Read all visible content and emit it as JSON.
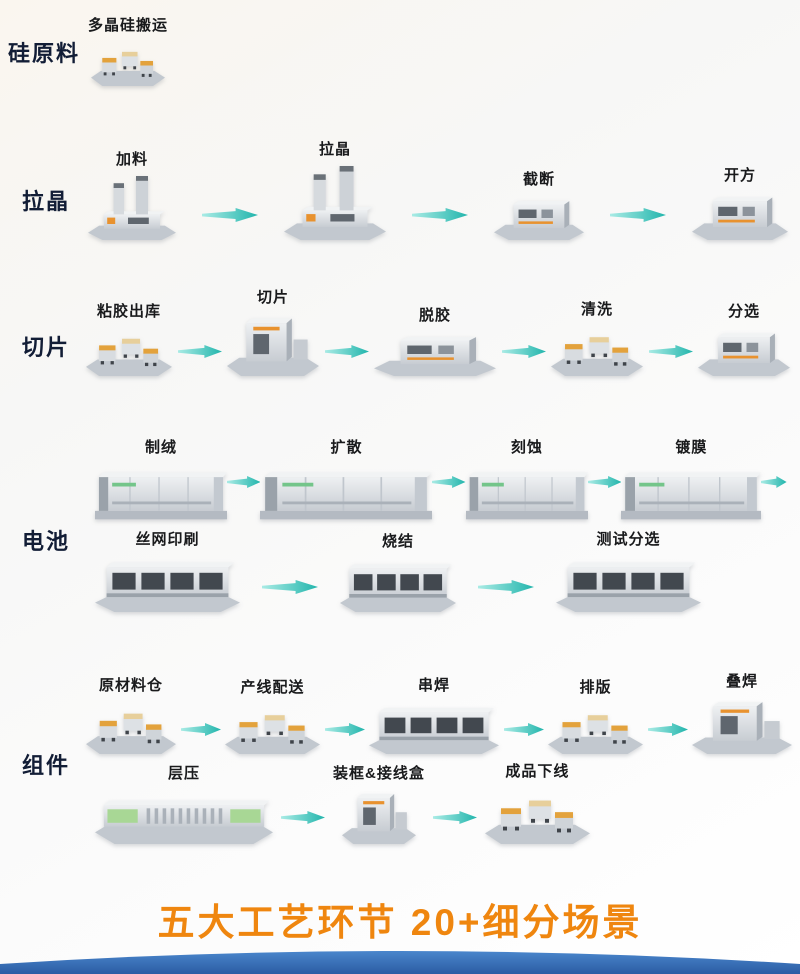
{
  "stages": [
    {
      "label": "硅原料",
      "rows": [
        {
          "steps": [
            {
              "label": "多晶硅搬运"
            }
          ]
        }
      ]
    },
    {
      "label": "拉晶",
      "rows": [
        {
          "steps": [
            {
              "label": "加料"
            },
            {
              "label": "拉晶"
            },
            {
              "label": "截断"
            },
            {
              "label": "开方"
            }
          ]
        }
      ]
    },
    {
      "label": "切片",
      "rows": [
        {
          "steps": [
            {
              "label": "粘胶出库"
            },
            {
              "label": "切片"
            },
            {
              "label": "脱胶"
            },
            {
              "label": "清洗"
            },
            {
              "label": "分选"
            }
          ]
        }
      ]
    },
    {
      "label": "电池",
      "rows": [
        {
          "steps": [
            {
              "label": "制绒"
            },
            {
              "label": "扩散"
            },
            {
              "label": "刻蚀"
            },
            {
              "label": "镀膜"
            }
          ]
        },
        {
          "steps": [
            {
              "label": "丝网印刷"
            },
            {
              "label": "烧结"
            },
            {
              "label": "测试分选"
            }
          ]
        }
      ]
    },
    {
      "label": "组件",
      "rows": [
        {
          "steps": [
            {
              "label": "原材料仓"
            },
            {
              "label": "产线配送"
            },
            {
              "label": "串焊"
            },
            {
              "label": "排版"
            },
            {
              "label": "叠焊"
            }
          ]
        },
        {
          "steps": [
            {
              "label": "层压"
            },
            {
              "label": "装框&接线盒"
            },
            {
              "label": "成品下线"
            }
          ]
        }
      ]
    }
  ],
  "footer": {
    "title": "五大工艺环节  20+细分场景"
  },
  "colors": {
    "stage_label": "#121d36",
    "arrow": "#2fbdb5",
    "footer_text": "#ef860f",
    "wave": "#2e5fa6",
    "machine_accent_orange": "#e8922f",
    "machine_accent_green": "#a8d795"
  }
}
